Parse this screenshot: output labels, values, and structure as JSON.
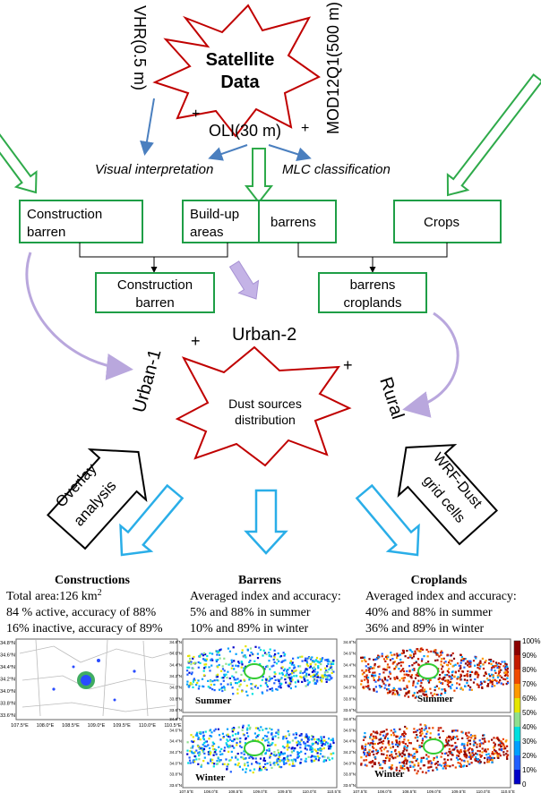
{
  "colors": {
    "star": "#c00000",
    "box": "#1e9e46",
    "hollow_arrow": "#2eaa4a",
    "thin_arrow": "#4a7fbf",
    "lavender_arrow": "#b9a7dd",
    "cyan_arrow": "#2aaee8"
  },
  "satellite": {
    "line1": "Satellite",
    "line2": "Data"
  },
  "sensors": {
    "vhr": "VHR(0.5 m)",
    "mod": "MOD12Q1(500 m)",
    "oli": "OLI(30 m)",
    "plus": "+"
  },
  "methods": {
    "visual": "Visual interpretation",
    "mlc": "MLC classification"
  },
  "boxes": {
    "construction1": "Construction",
    "construction2": "barren",
    "buildup1": "Build-up",
    "buildup2": "areas",
    "barrens": "barrens",
    "crops": "Crops",
    "merged_construction1": "Construction",
    "merged_construction2": "barren",
    "merged_barrens1": "barrens",
    "merged_barrens2": "croplands"
  },
  "sources": {
    "urban1": "Urban-1",
    "urban2": "Urban-2",
    "rural": "Rural",
    "dust1": "Dust sources",
    "dust2": "distribution"
  },
  "side_arrows": {
    "overlay1": "Overlay",
    "overlay2": "analysis",
    "wrf1": "WRF-Dust",
    "wrf2": "grid cells"
  },
  "panels": {
    "constructions": {
      "title": "Constructions",
      "line1": "Total area:126 km",
      "line1_sup": "2",
      "line2": "84 % active, accuracy of 88%",
      "line3": "16% inactive, accuracy of 89%"
    },
    "barrens": {
      "title": "Barrens",
      "line1": "Averaged index and accuracy:",
      "line2": "5% and 88% in summer",
      "line3": "10% and 89% in winter"
    },
    "croplands": {
      "title": "Croplands",
      "line1": "Averaged index and accuracy:",
      "line2": "40% and 88% in summer",
      "line3": "36% and 89% in winter"
    }
  },
  "maps": {
    "lat_ticks": [
      "34.8°N",
      "34.6°N",
      "34.4°N",
      "34.2°N",
      "34.0°N",
      "33.8°N",
      "33.6°N"
    ],
    "lon_ticks": [
      "107.5°E",
      "108.0°E",
      "108.5°E",
      "109.0°E",
      "109.5°E",
      "110.0°E",
      "110.5°E"
    ],
    "season_summer": "Summer",
    "season_winter": "Winter"
  },
  "colorbar": {
    "labels": [
      "100%",
      "90%",
      "80%",
      "70%",
      "60%",
      "50%",
      "40%",
      "30%",
      "20%",
      "10%",
      "0"
    ],
    "colors": [
      "#8b0000",
      "#c41a00",
      "#f04a00",
      "#ff9a00",
      "#e6e600",
      "#8fe08f",
      "#00e0e0",
      "#00a0ff",
      "#1f5fff",
      "#0000c8"
    ]
  }
}
